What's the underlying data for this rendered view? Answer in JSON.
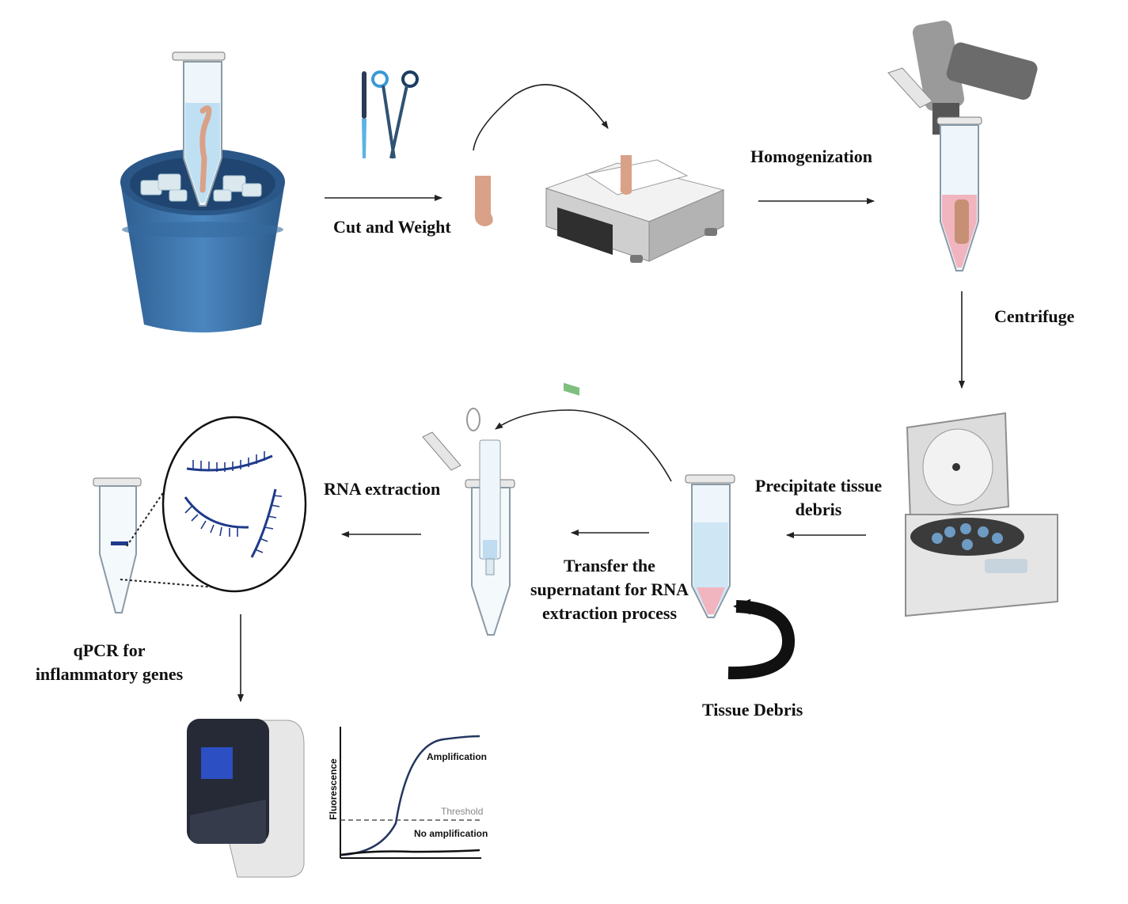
{
  "steps": {
    "cut_weight": "Cut and Weight",
    "homogenization": "Homogenization",
    "centrifuge": "Centrifuge",
    "precipitate_line1": "Precipitate tissue",
    "precipitate_line2": "debris",
    "transfer_line1": "Transfer the",
    "transfer_line2": "supernatant for RNA",
    "transfer_line3": "extraction process",
    "tissue_debris": "Tissue Debris",
    "rna_extraction": "RNA extraction",
    "qpcr_line1": "qPCR for",
    "qpcr_line2": "inflammatory genes"
  },
  "graph": {
    "ylabel": "Fluorescence",
    "amplification": "Amplification",
    "threshold": "Threshold",
    "no_amplification": "No amplification"
  },
  "colors": {
    "bucket": "#3f77ad",
    "tissue": "#d9a188",
    "pink_liquid": "#f1b5bf",
    "blue_liquid": "#cfe6f5",
    "rna": "#1e3a8a",
    "arrow": "#222222"
  }
}
